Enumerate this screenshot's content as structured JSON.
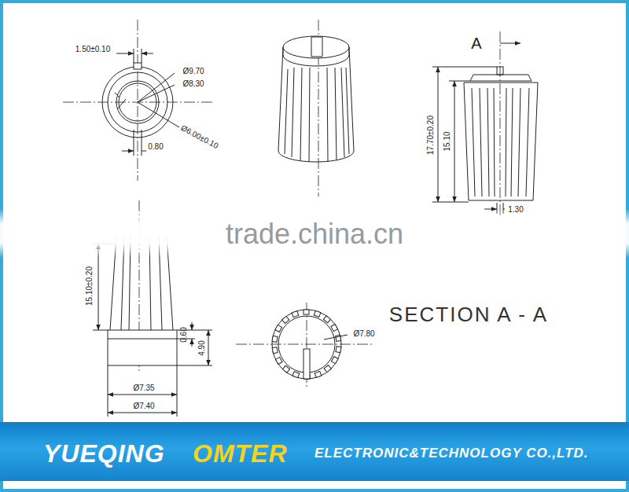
{
  "diagram": {
    "nodes": [
      {
        "text": [
          "YUEQING",
          "OMTER",
          "ELECTRONIC&TECHNOLOGY CO.,LTD."
        ]
      }
    ],
    "labels": [
      "1.50±0.10",
      "Ø9.70",
      "Ø8.30",
      "Ø6.00±0.10",
      "0.80",
      "A",
      "17.70±0.20",
      "15.10",
      "1.30",
      "15.10±0.20",
      "0.60",
      "4.90",
      "Ø7.35",
      "Ø7.40",
      "Ø7.80",
      "SECTION A - A",
      "trade.china.cn"
    ]
  }
}
